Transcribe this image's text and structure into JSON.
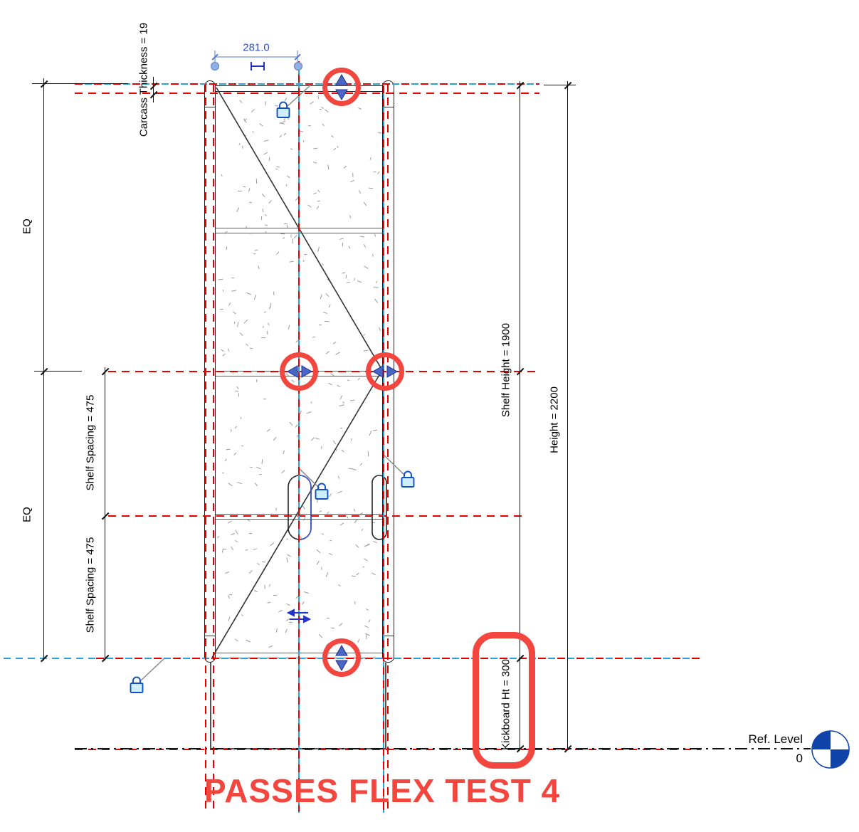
{
  "banner": {
    "text": "PASSES FLEX TEST 4",
    "color": "#f2463e"
  },
  "dimensions": {
    "temp_width": "281.0",
    "carcass_thickness": "Carcass Thickness = 19",
    "eq_upper": "EQ",
    "eq_lower": "EQ",
    "shelf_spacing_upper": "Shelf Spacing = 475",
    "shelf_spacing_lower": "Shelf Spacing = 475",
    "shelf_height": "Shelf Height = 1900",
    "overall_height": "Height = 2200",
    "kickboard_height": "Kickboard Ht = 300"
  },
  "level": {
    "name": "Ref. Level",
    "elevation": "0"
  },
  "icons": {
    "lock": "padlock-icon",
    "flex_vertical": "up-down-arrow-icon",
    "flex_horizontal": "left-right-arrow-icon",
    "flip": "flip-arrows-icon",
    "level_head": "level-target-icon",
    "grip": "drag-dot-icon",
    "eq_toggle": "dimension-anchor-icon"
  },
  "colors": {
    "reference_plane_cyan": "#29a3d9",
    "symbolic_red": "#e60000",
    "highlight_red": "#f2463e",
    "temp_dim_blue": "#3550c0",
    "temp_dim_line": "#a6bdea",
    "lock_blue": "#1150c0",
    "arrow_blue": "#4a66c4",
    "level_blue": "#1144a8",
    "hatch_gray": "#9a9a9a"
  }
}
